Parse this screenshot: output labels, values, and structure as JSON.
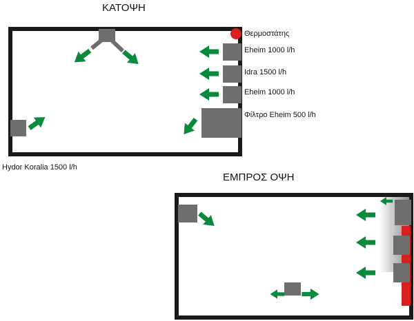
{
  "colors": {
    "frame": "#1a1a1a",
    "pump": "#6e6e6e",
    "arrow": "#0a8a3c",
    "heater": "#d91f1f",
    "background": "#ffffff"
  },
  "top_view": {
    "title": "ΚΑΤΟΨΗ",
    "labels": {
      "thermostat": "Θερμοστάτης",
      "eheim_1": "Eheim 1000 l/h",
      "idra": "Idra 1500 l/h",
      "eheim_2": "Eheim 1000 l/h",
      "filter": "Φίλτρο Eheim 500 l/h",
      "koralia": "Hydor Koralia 1500 l/h"
    },
    "icons": {
      "thermostat": "red-circle-icon",
      "flow": "green-arrow-icon"
    }
  },
  "front_view": {
    "title": "ΕΜΠΡΟΣ ΟΨΗ",
    "icons": {
      "heater": "red-bar-icon",
      "flow": "green-arrow-icon"
    }
  }
}
